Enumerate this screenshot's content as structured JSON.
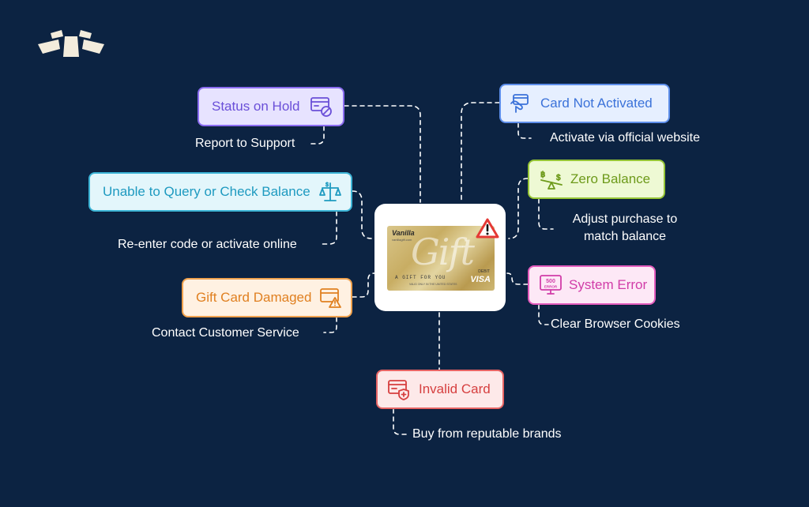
{
  "colors": {
    "background": "#0c2342",
    "connector": "#ffffff",
    "tip_text": "#ffffff"
  },
  "logo": {
    "icon": "fan-logo-icon"
  },
  "center": {
    "card": {
      "brand": "Vanilla",
      "brand_sub": "vanillagift.com",
      "script_word": "Gift",
      "for_you": "A GIFT FOR YOU",
      "valid_text": "VALID ONLY IN THE UNITED STATES",
      "debit": "DEBIT",
      "network": "VISA"
    },
    "warning_icon": "warning-triangle-icon"
  },
  "problems": [
    {
      "id": "status-on-hold",
      "label": "Status on Hold",
      "icon": "card-blocked-icon",
      "colors": {
        "bg": "#e7e3ff",
        "border": "#8b6cf0",
        "text": "#6a4fd8"
      },
      "solution": "Report to Support"
    },
    {
      "id": "card-not-activated",
      "label": "Card Not Activated",
      "icon": "hand-card-icon",
      "colors": {
        "bg": "#e6efff",
        "border": "#5d8eea",
        "text": "#3b72d9"
      },
      "solution": "Activate via official website"
    },
    {
      "id": "unable-to-query",
      "label": "Unable to Query or Check Balance",
      "icon": "balance-scale-icon",
      "colors": {
        "bg": "#e3f6fb",
        "border": "#3cb4d6",
        "text": "#1e9ac0"
      },
      "solution": "Re-enter code or activate online"
    },
    {
      "id": "zero-balance",
      "label": "Zero Balance",
      "icon": "seesaw-currency-icon",
      "colors": {
        "bg": "#eef9d4",
        "border": "#95c436",
        "text": "#6d9a1a"
      },
      "solution": [
        "Adjust purchase to",
        "match balance"
      ]
    },
    {
      "id": "gift-card-damaged",
      "label": "Gift Card Damaged",
      "icon": "card-warning-icon",
      "colors": {
        "bg": "#fff1e2",
        "border": "#f0a24e",
        "text": "#e08021"
      },
      "solution": "Contact Customer Service"
    },
    {
      "id": "system-error",
      "label": "System Error",
      "icon": "error-500-monitor-icon",
      "icon_text": [
        "500",
        "ERROR"
      ],
      "colors": {
        "bg": "#fde8f6",
        "border": "#e35bbd",
        "text": "#d13ca8"
      },
      "solution": "Clear Browser Cookies"
    },
    {
      "id": "invalid-card",
      "label": "Invalid Card",
      "icon": "card-plus-icon",
      "colors": {
        "bg": "#fde9e9",
        "border": "#e66464",
        "text": "#d63f3f"
      },
      "solution": "Buy from reputable brands"
    }
  ]
}
